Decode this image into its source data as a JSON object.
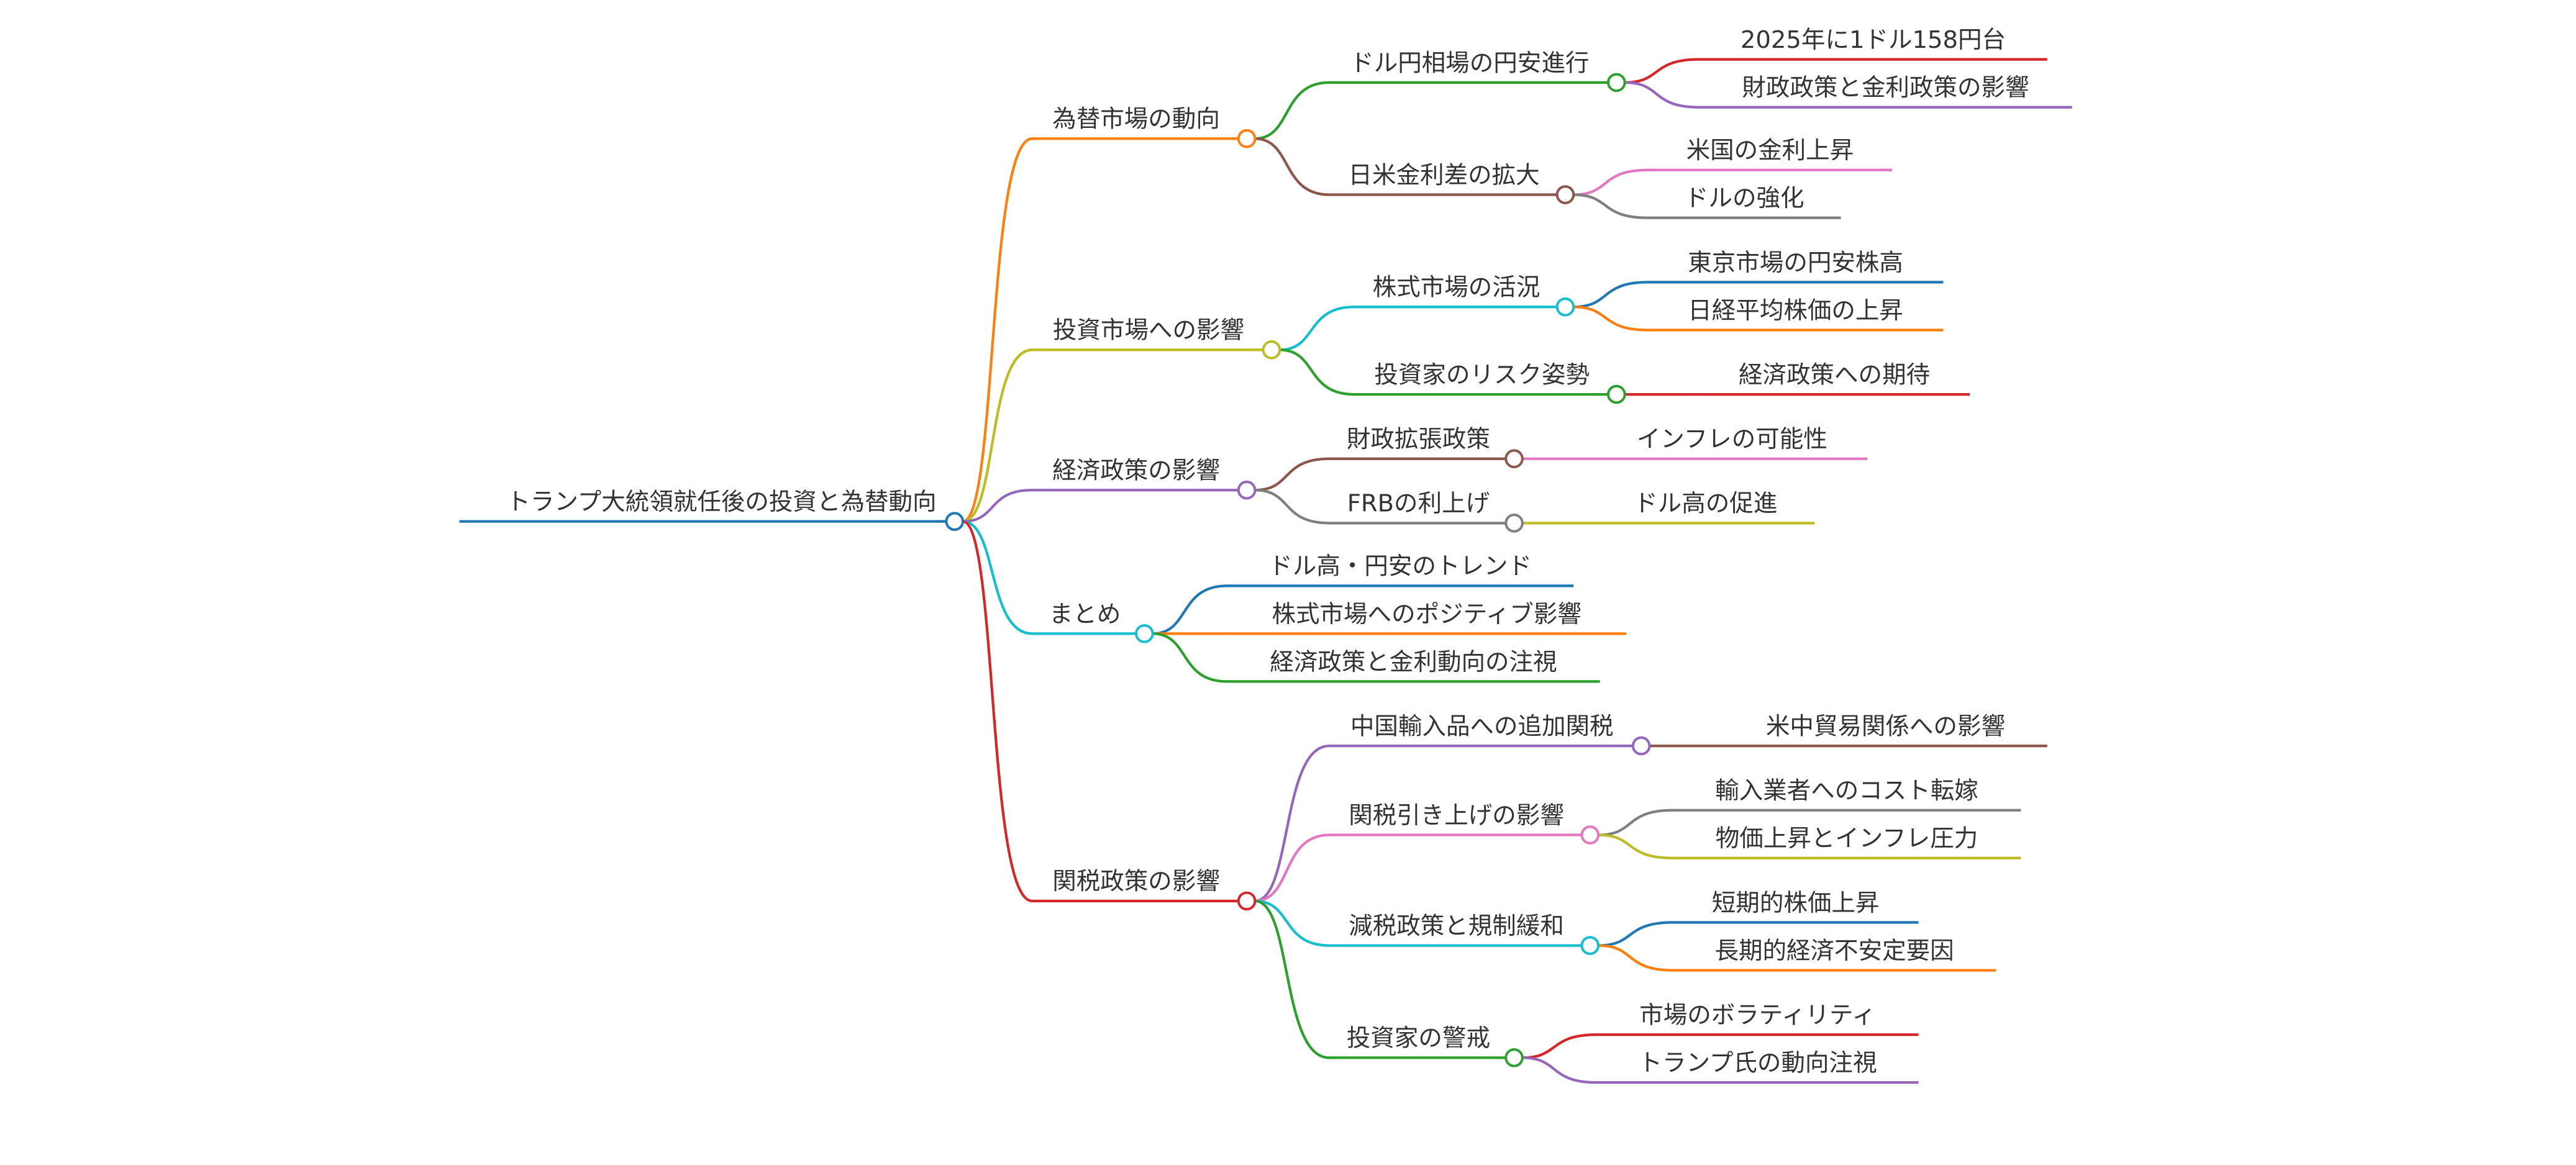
{
  "title": "トランプ大統領就任後の投資と為替動向",
  "palette": {
    "blue": "#1f77b4",
    "orange": "#ff7f0e",
    "green": "#2ca02c",
    "red": "#d62728",
    "purple": "#9467bd",
    "brown": "#8c564b",
    "pink": "#e377c2",
    "gray": "#7f7f7f",
    "olive": "#bcbd22",
    "cyan": "#17becf"
  },
  "root": {
    "label": "トランプ大統領就任後の投資と為替動向",
    "color": "blue",
    "children": [
      {
        "label": "為替市場の動向",
        "color": "orange",
        "children": [
          {
            "label": "ドル円相場の円安進行",
            "color": "green",
            "children": [
              {
                "label": "2025年に1ドル158円台",
                "color": "red"
              },
              {
                "label": "財政政策と金利政策の影響",
                "color": "purple"
              }
            ]
          },
          {
            "label": "日米金利差の拡大",
            "color": "brown",
            "children": [
              {
                "label": "米国の金利上昇",
                "color": "pink"
              },
              {
                "label": "ドルの強化",
                "color": "gray"
              }
            ]
          }
        ]
      },
      {
        "label": "投資市場への影響",
        "color": "olive",
        "children": [
          {
            "label": "株式市場の活況",
            "color": "cyan",
            "children": [
              {
                "label": "東京市場の円安株高",
                "color": "blue"
              },
              {
                "label": "日経平均株価の上昇",
                "color": "orange"
              }
            ]
          },
          {
            "label": "投資家のリスク姿勢",
            "color": "green",
            "children": [
              {
                "label": "経済政策への期待",
                "color": "red"
              }
            ]
          }
        ]
      },
      {
        "label": "経済政策の影響",
        "color": "purple",
        "children": [
          {
            "label": "財政拡張政策",
            "color": "brown",
            "children": [
              {
                "label": "インフレの可能性",
                "color": "pink"
              }
            ]
          },
          {
            "label": "FRBの利上げ",
            "color": "gray",
            "children": [
              {
                "label": "ドル高の促進",
                "color": "olive"
              }
            ]
          }
        ]
      },
      {
        "label": "まとめ",
        "color": "cyan",
        "children": [
          {
            "label": "ドル高・円安のトレンド",
            "color": "blue"
          },
          {
            "label": "株式市場へのポジティブ影響",
            "color": "orange"
          },
          {
            "label": "経済政策と金利動向の注視",
            "color": "green"
          }
        ]
      },
      {
        "label": "関税政策の影響",
        "color": "red",
        "children": [
          {
            "label": "中国輸入品への追加関税",
            "color": "purple",
            "children": [
              {
                "label": "米中貿易関係への影響",
                "color": "brown"
              }
            ]
          },
          {
            "label": "関税引き上げの影響",
            "color": "pink",
            "children": [
              {
                "label": "輸入業者へのコスト転嫁",
                "color": "gray"
              },
              {
                "label": "物価上昇とインフレ圧力",
                "color": "olive"
              }
            ]
          },
          {
            "label": "減税政策と規制緩和",
            "color": "cyan",
            "children": [
              {
                "label": "短期的株価上昇",
                "color": "blue"
              },
              {
                "label": "長期的経済不安定要因",
                "color": "orange"
              }
            ]
          },
          {
            "label": "投資家の警戒",
            "color": "green",
            "children": [
              {
                "label": "市場のボラティリティ",
                "color": "red"
              },
              {
                "label": "トランプ氏の動向注視",
                "color": "purple"
              }
            ]
          }
        ]
      }
    ]
  }
}
